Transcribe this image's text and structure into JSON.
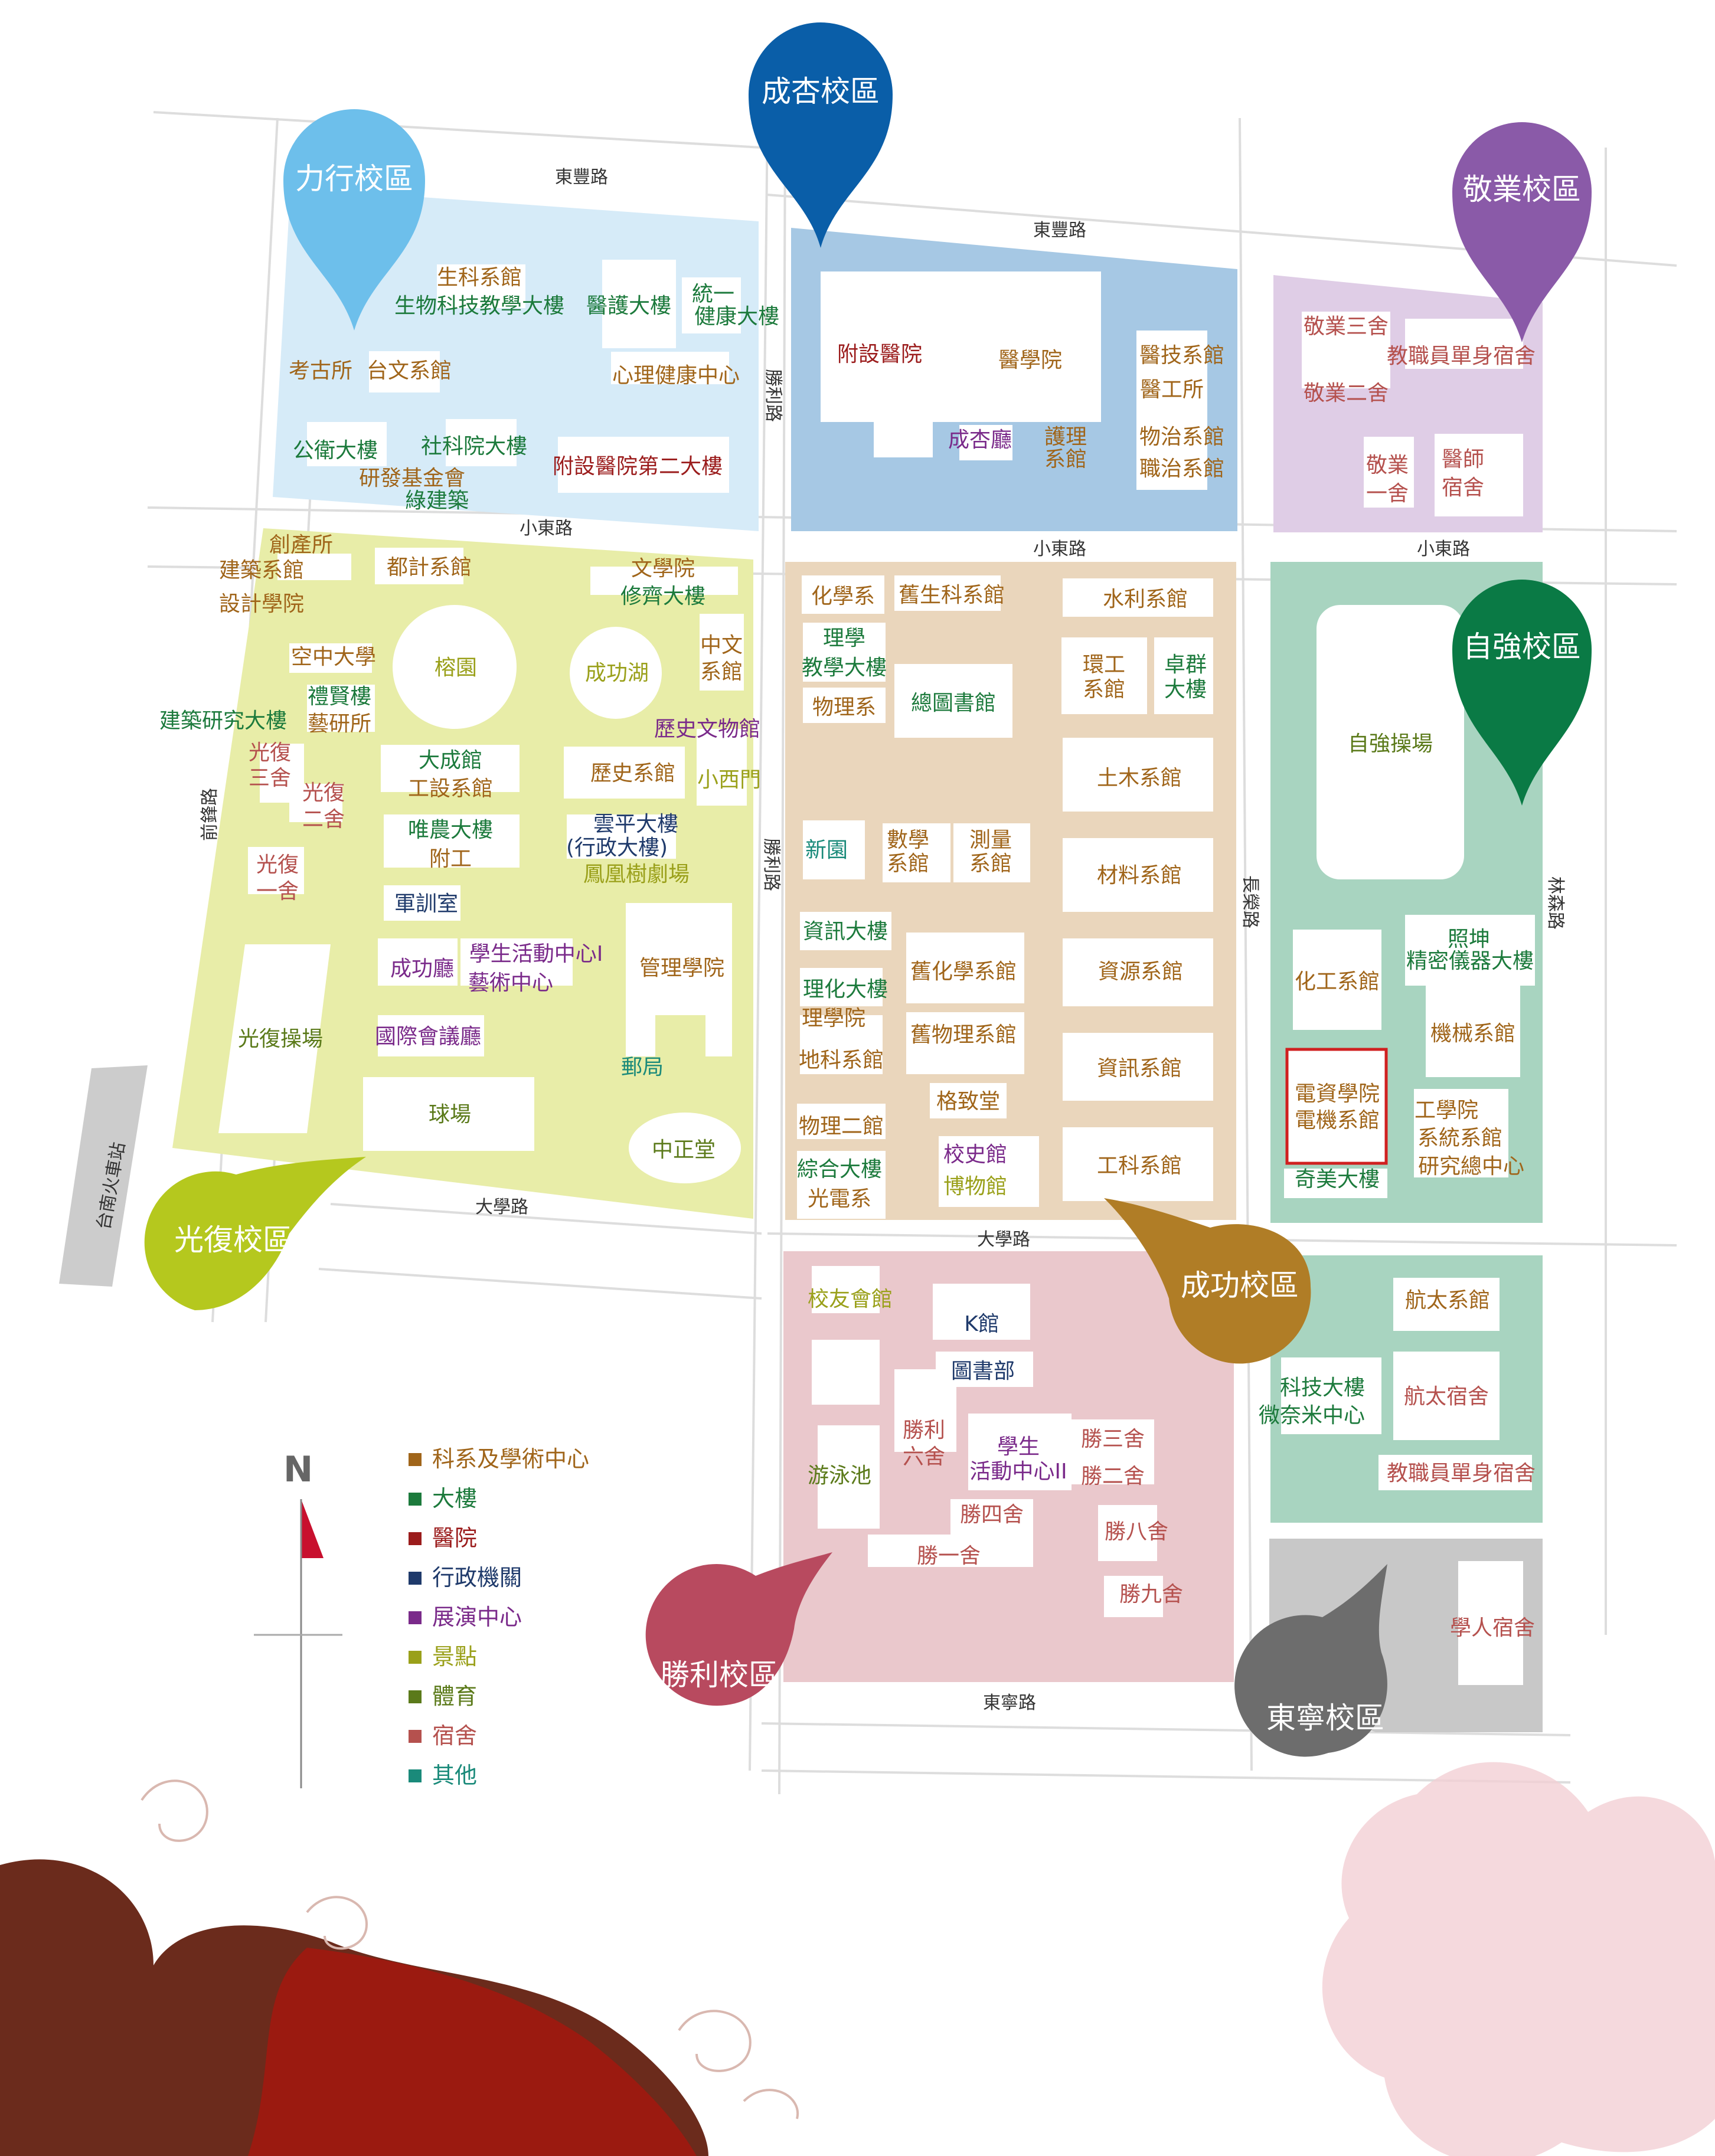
{
  "colors": {
    "academic": "#a0651a",
    "building": "#1c7a3c",
    "hospital": "#9b1c1c",
    "admin": "#1f3a6b",
    "exhibit": "#7a2a8a",
    "scenic": "#9aa01a",
    "sports": "#5b7a1a",
    "dorm": "#b5514e",
    "other": "#1a8a7a"
  },
  "campuses": [
    {
      "name": "力行校區",
      "color": "#6dbfeb"
    },
    {
      "name": "成杏校區",
      "color": "#0a5ea8"
    },
    {
      "name": "敬業校區",
      "color": "#8a5aa8"
    },
    {
      "name": "自強校區",
      "color": "#0a7a45"
    },
    {
      "name": "光復校區",
      "color": "#b5c81e"
    },
    {
      "name": "成功校區",
      "color": "#b07d26"
    },
    {
      "name": "勝利校區",
      "color": "#b84a5f"
    },
    {
      "name": "東寧校區",
      "color": "#6d6d6d"
    }
  ],
  "roads": [
    "東豐路",
    "東豐路",
    "小東路",
    "小東路",
    "小東路",
    "勝利路",
    "勝利路",
    "前鋒路",
    "長榮路",
    "林森路",
    "大學路",
    "大學路",
    "東寧路"
  ],
  "station": "台南火車站",
  "buildings": [
    {
      "text": "生科系館",
      "cat": "academic"
    },
    {
      "text": "生物科技教學大樓",
      "cat": "building"
    },
    {
      "text": "醫護大樓",
      "cat": "building"
    },
    {
      "text": "統一",
      "cat": "building"
    },
    {
      "text": "健康大樓",
      "cat": "building"
    },
    {
      "text": "考古所",
      "cat": "academic"
    },
    {
      "text": "台文系館",
      "cat": "academic"
    },
    {
      "text": "心理健康中心",
      "cat": "academic"
    },
    {
      "text": "公衛大樓",
      "cat": "building"
    },
    {
      "text": "社科院大樓",
      "cat": "building"
    },
    {
      "text": "研發基金會",
      "cat": "academic"
    },
    {
      "text": "綠建築",
      "cat": "building"
    },
    {
      "text": "附設醫院第二大樓",
      "cat": "hospital"
    },
    {
      "text": "附設醫院",
      "cat": "hospital"
    },
    {
      "text": "醫學院",
      "cat": "academic"
    },
    {
      "text": "醫技系館",
      "cat": "academic"
    },
    {
      "text": "醫工所",
      "cat": "academic"
    },
    {
      "text": "成杏廳",
      "cat": "exhibit"
    },
    {
      "text": "護理",
      "cat": "academic"
    },
    {
      "text": "系館",
      "cat": "academic"
    },
    {
      "text": "物治系館",
      "cat": "academic"
    },
    {
      "text": "職治系館",
      "cat": "academic"
    },
    {
      "text": "敬業三舍",
      "cat": "dorm"
    },
    {
      "text": "教職員單身宿舍",
      "cat": "dorm"
    },
    {
      "text": "敬業二舍",
      "cat": "dorm"
    },
    {
      "text": "敬業",
      "cat": "dorm"
    },
    {
      "text": "一舍",
      "cat": "dorm"
    },
    {
      "text": "醫師",
      "cat": "dorm"
    },
    {
      "text": "宿舍",
      "cat": "dorm"
    },
    {
      "text": "創產所",
      "cat": "academic"
    },
    {
      "text": "建築系館",
      "cat": "academic"
    },
    {
      "text": "設計學院",
      "cat": "academic"
    },
    {
      "text": "都計系館",
      "cat": "academic"
    },
    {
      "text": "文學院",
      "cat": "academic"
    },
    {
      "text": "修齊大樓",
      "cat": "building"
    },
    {
      "text": "空中大學",
      "cat": "academic"
    },
    {
      "text": "榕園",
      "cat": "scenic"
    },
    {
      "text": "成功湖",
      "cat": "scenic"
    },
    {
      "text": "中文",
      "cat": "academic"
    },
    {
      "text": "系館",
      "cat": "academic"
    },
    {
      "text": "禮賢樓",
      "cat": "building"
    },
    {
      "text": "藝研所",
      "cat": "academic"
    },
    {
      "text": "建築研究大樓",
      "cat": "building"
    },
    {
      "text": "歷史文物館",
      "cat": "exhibit"
    },
    {
      "text": "光復",
      "cat": "dorm"
    },
    {
      "text": "三舍",
      "cat": "dorm"
    },
    {
      "text": "大成館",
      "cat": "building"
    },
    {
      "text": "工設系館",
      "cat": "academic"
    },
    {
      "text": "歷史系館",
      "cat": "academic"
    },
    {
      "text": "小西門",
      "cat": "scenic"
    },
    {
      "text": "光復",
      "cat": "dorm"
    },
    {
      "text": "二舍",
      "cat": "dorm"
    },
    {
      "text": "唯農大樓",
      "cat": "building"
    },
    {
      "text": "附工",
      "cat": "academic"
    },
    {
      "text": "雲平大樓",
      "cat": "admin"
    },
    {
      "text": "(行政大樓)",
      "cat": "admin"
    },
    {
      "text": "鳳凰樹劇場",
      "cat": "scenic"
    },
    {
      "text": "光復",
      "cat": "dorm"
    },
    {
      "text": "一舍",
      "cat": "dorm"
    },
    {
      "text": "軍訓室",
      "cat": "admin"
    },
    {
      "text": "成功廳",
      "cat": "exhibit"
    },
    {
      "text": "學生活動中心I",
      "cat": "exhibit"
    },
    {
      "text": "藝術中心",
      "cat": "exhibit"
    },
    {
      "text": "管理學院",
      "cat": "academic"
    },
    {
      "text": "光復操場",
      "cat": "sports"
    },
    {
      "text": "國際會議廳",
      "cat": "exhibit"
    },
    {
      "text": "郵局",
      "cat": "other"
    },
    {
      "text": "球場",
      "cat": "sports"
    },
    {
      "text": "中正堂",
      "cat": "sports"
    },
    {
      "text": "化學系",
      "cat": "academic"
    },
    {
      "text": "舊生科系館",
      "cat": "academic"
    },
    {
      "text": "水利系館",
      "cat": "academic"
    },
    {
      "text": "理學",
      "cat": "building"
    },
    {
      "text": "教學大樓",
      "cat": "building"
    },
    {
      "text": "環工",
      "cat": "academic"
    },
    {
      "text": "系館",
      "cat": "academic"
    },
    {
      "text": "卓群",
      "cat": "building"
    },
    {
      "text": "大樓",
      "cat": "building"
    },
    {
      "text": "物理系",
      "cat": "academic"
    },
    {
      "text": "總圖書館",
      "cat": "building"
    },
    {
      "text": "土木系館",
      "cat": "academic"
    },
    {
      "text": "新園",
      "cat": "other"
    },
    {
      "text": "數學",
      "cat": "academic"
    },
    {
      "text": "系館",
      "cat": "academic"
    },
    {
      "text": "測量",
      "cat": "academic"
    },
    {
      "text": "系館",
      "cat": "academic"
    },
    {
      "text": "材料系館",
      "cat": "academic"
    },
    {
      "text": "資訊大樓",
      "cat": "building"
    },
    {
      "text": "舊化學系館",
      "cat": "academic"
    },
    {
      "text": "資源系館",
      "cat": "academic"
    },
    {
      "text": "理化大樓",
      "cat": "building"
    },
    {
      "text": "理學院",
      "cat": "academic"
    },
    {
      "text": "舊物理系館",
      "cat": "academic"
    },
    {
      "text": "地科系館",
      "cat": "academic"
    },
    {
      "text": "資訊系館",
      "cat": "academic"
    },
    {
      "text": "格致堂",
      "cat": "academic"
    },
    {
      "text": "物理二館",
      "cat": "academic"
    },
    {
      "text": "校史館",
      "cat": "exhibit"
    },
    {
      "text": "工科系館",
      "cat": "academic"
    },
    {
      "text": "綜合大樓",
      "cat": "building"
    },
    {
      "text": "博物館",
      "cat": "scenic"
    },
    {
      "text": "光電系",
      "cat": "academic"
    },
    {
      "text": "自強操場",
      "cat": "sports"
    },
    {
      "text": "照坤",
      "cat": "building"
    },
    {
      "text": "精密儀器大樓",
      "cat": "building"
    },
    {
      "text": "化工系館",
      "cat": "academic"
    },
    {
      "text": "機械系館",
      "cat": "academic"
    },
    {
      "text": "電資學院",
      "cat": "academic"
    },
    {
      "text": "電機系館",
      "cat": "academic"
    },
    {
      "text": "工學院",
      "cat": "academic"
    },
    {
      "text": "系統系館",
      "cat": "academic"
    },
    {
      "text": "研究總中心",
      "cat": "academic"
    },
    {
      "text": "奇美大樓",
      "cat": "building"
    },
    {
      "text": "航太系館",
      "cat": "academic"
    },
    {
      "text": "科技大樓",
      "cat": "building"
    },
    {
      "text": "微奈米中心",
      "cat": "building"
    },
    {
      "text": "航太宿舍",
      "cat": "dorm"
    },
    {
      "text": "教職員單身宿舍",
      "cat": "dorm"
    },
    {
      "text": "校友會館",
      "cat": "scenic"
    },
    {
      "text": "K館",
      "cat": "admin"
    },
    {
      "text": "圖書部",
      "cat": "admin"
    },
    {
      "text": "勝利",
      "cat": "dorm"
    },
    {
      "text": "六舍",
      "cat": "dorm"
    },
    {
      "text": "學生",
      "cat": "exhibit"
    },
    {
      "text": "活動中心II",
      "cat": "exhibit"
    },
    {
      "text": "勝三舍",
      "cat": "dorm"
    },
    {
      "text": "勝二舍",
      "cat": "dorm"
    },
    {
      "text": "游泳池",
      "cat": "sports"
    },
    {
      "text": "勝四舍",
      "cat": "dorm"
    },
    {
      "text": "勝八舍",
      "cat": "dorm"
    },
    {
      "text": "勝一舍",
      "cat": "dorm"
    },
    {
      "text": "勝九舍",
      "cat": "dorm"
    },
    {
      "text": "學人宿舍",
      "cat": "dorm"
    }
  ],
  "legend": {
    "north": "N",
    "items": [
      {
        "label": "科系及學術中心",
        "color": "#a0651a"
      },
      {
        "label": "大樓",
        "color": "#1c7a3c"
      },
      {
        "label": "醫院",
        "color": "#9b1c1c"
      },
      {
        "label": "行政機關",
        "color": "#1f3a6b"
      },
      {
        "label": "展演中心",
        "color": "#7a2a8a"
      },
      {
        "label": "景點",
        "color": "#9aa01a"
      },
      {
        "label": "體育",
        "color": "#5b7a1a"
      },
      {
        "label": "宿舍",
        "color": "#b5514e"
      },
      {
        "label": "其他",
        "color": "#1a8a7a"
      }
    ]
  }
}
